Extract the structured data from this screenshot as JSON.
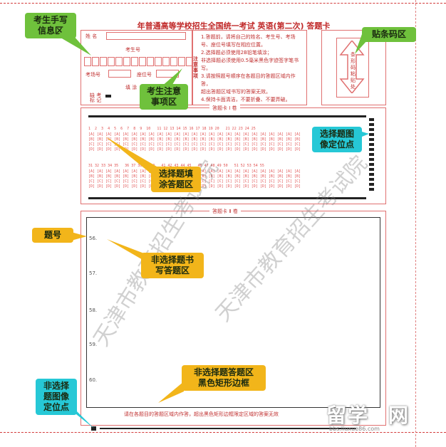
{
  "card": {
    "title": "年普通高等学校招生全国统一考试 英语(第二次) 答题卡",
    "name_label": "姓  名",
    "exam_no_label": "考生号",
    "room_label": "考场号",
    "seat_label": "座位号",
    "fill_label": "填 涂",
    "absent_label": "缺 考\n标 记",
    "notes_vertical": "注意事项",
    "notes_lines": [
      "1.答题前，请将自己的姓名、考生号、考场号、座位号填写在相应位置。",
      "2.选择题必须使用2B铅笔填涂；",
      "非选择题必须使用0.5毫米黑色字迹签字笔书写。",
      "3.请按照题号顺序在各题目的答题区域内作答，",
      "超出答题区域书写的答案无效。",
      "4.保持卡面清洁，不要折叠、不要弄破。"
    ],
    "barcode_text": "条形码粘贴处",
    "section1_label": "答题卡 Ⅰ 卷",
    "section2_label": "答题卡 Ⅱ 卷",
    "mc_numbers_row1": "1  2  3  4  5  6  7  8  9  10   11 12 13 14 15 16 17 18 19 20   21 22 23 24 25",
    "mc_numbers_row2": "31 32 33 34 35   36 37 38 39 40   41 42 43 44 45   46 47 48 49 50   51 52 53 54 55",
    "question_numbers": [
      "56.",
      "57.",
      "58.",
      "59.",
      "60."
    ],
    "footer_note": "请在各题目的答题区域内作答，超出黑色矩形边框限定区域的答案无效"
  },
  "callouts": {
    "handwriting": "考生手写\n信息区",
    "barcode": "贴条码区",
    "notes": "考生注意\n事项区",
    "mc_locator": "选择题图\n像定位点",
    "mc_area": "选择题填\n涂答题区",
    "qnum": "题号",
    "written_area": "非选择题书\n写答题区",
    "written_border": "非选择题答题区\n黑色矩形边框",
    "written_locator": "非选择\n题图像\n定位点"
  },
  "watermark": {
    "text1": "天津市教育招生考试院",
    "text2": "天津市教育招生考试院"
  },
  "logo": {
    "main": "留学",
    "site": "bbs.liuxue86.com"
  },
  "colors": {
    "red": "#d23a3a",
    "green": "#6fc13c",
    "cyan": "#26c8d6",
    "orange": "#f2b51a"
  }
}
